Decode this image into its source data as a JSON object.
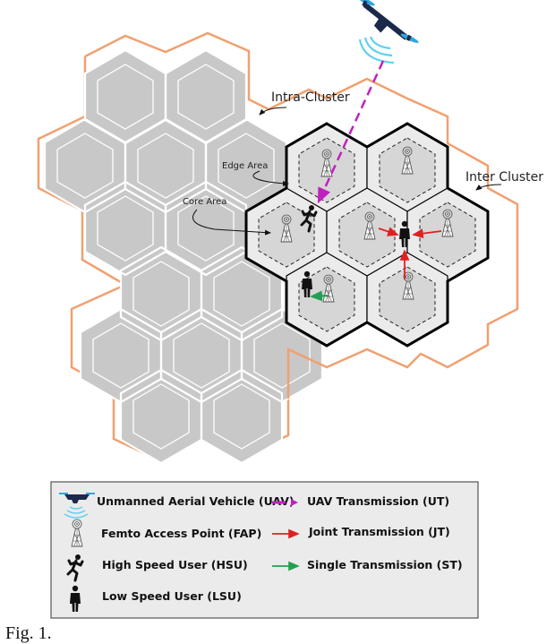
{
  "diagram": {
    "labels": {
      "intra_cluster": "Intra-Cluster",
      "inter_cluster": "Inter Cluster",
      "edge_area": "Edge Area",
      "core_area": "Core Area"
    },
    "colors": {
      "cluster_outline": "#F0A070",
      "gray_cell": "#C8C8C8",
      "active_cell_outer": "#EBEBEB",
      "active_cell_inner": "#D6D6D6",
      "active_cell_border": "#000000",
      "uav_transmission": "#C020C0",
      "joint_transmission": "#E02020",
      "single_transmission": "#20A050",
      "uav_body": "#1B2A4A",
      "uav_rotor": "#2FA8E0",
      "uav_wave": "#5FD0F0"
    },
    "legend": {
      "left": [
        {
          "icon": "uav-icon",
          "label": "Unmanned Aerial Vehicle (UAV)"
        },
        {
          "icon": "femto-access-point-icon",
          "label": "Femto Access Point (FAP)"
        },
        {
          "icon": "high-speed-user-icon",
          "label": "High Speed User (HSU)"
        },
        {
          "icon": "low-speed-user-icon",
          "label": "Low Speed User (LSU)"
        }
      ],
      "right": [
        {
          "icon": "uav-transmission-arrow-icon",
          "label": "UAV Transmission (UT)"
        },
        {
          "icon": "joint-transmission-arrow-icon",
          "label": "Joint Transmission (JT)"
        },
        {
          "icon": "single-transmission-arrow-icon",
          "label": "Single Transmission (ST)"
        }
      ]
    },
    "caption": "Fig. 1."
  }
}
